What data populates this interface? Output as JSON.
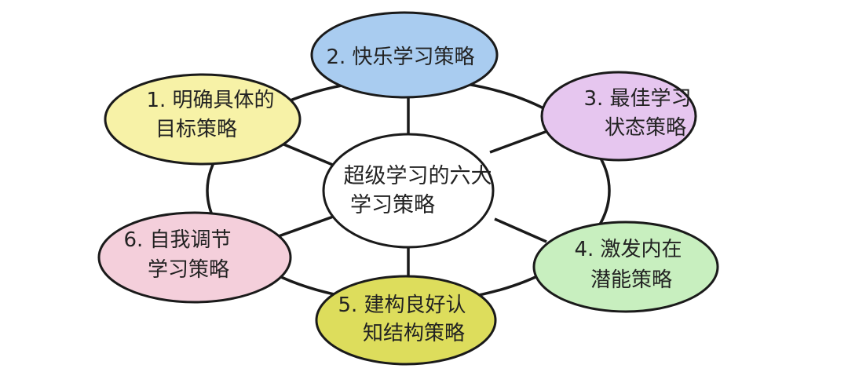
{
  "center": {
    "line1": "超级学习的六大",
    "line2": "学习策略",
    "fill": "#ffffff"
  },
  "strategies": [
    {
      "line1": "1. 明确具体的",
      "line2": "目标策略",
      "fill": "#f7f2a7"
    },
    {
      "line1": "2. 快乐学习策略",
      "line2": "",
      "fill": "#a9ccf0"
    },
    {
      "line1": "3. 最佳学习",
      "line2": "状态策略",
      "fill": "#e6c6ef"
    },
    {
      "line1": "4. 激发内在",
      "line2": "潜能策略",
      "fill": "#c8efbf"
    },
    {
      "line1": "5. 建构良好认",
      "line2": "知结构策略",
      "fill": "#dddd5c"
    },
    {
      "line1": "6. 自我调节",
      "line2": "学习策略",
      "fill": "#f4cfdb"
    }
  ],
  "colors": {
    "stroke": "#1a1a1a",
    "background": "#ffffff"
  }
}
